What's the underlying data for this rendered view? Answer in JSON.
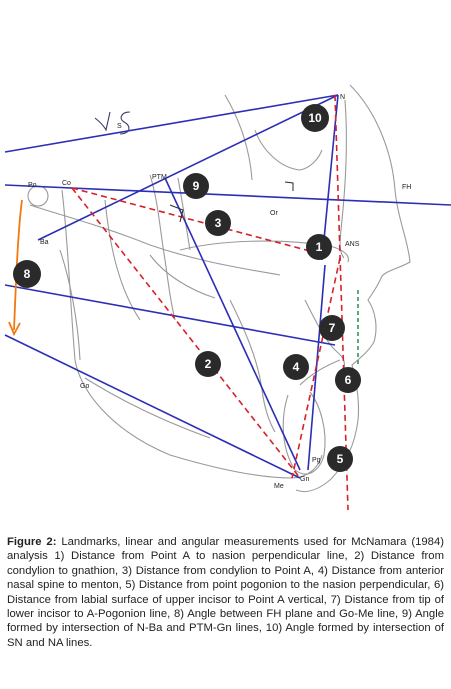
{
  "figure": {
    "handwritten_annotation": "75",
    "landmarks": {
      "N": "N",
      "FH": "FH",
      "Or": "Or",
      "PTM": "PTM",
      "Po": "Po",
      "Co": "Co",
      "Ba": "Ba",
      "ANS": "ANS",
      "Go": "Go",
      "Pg": "Pg",
      "Gn": "Gn",
      "Me": "Me",
      "S": "S"
    },
    "markers": [
      "1",
      "2",
      "3",
      "4",
      "5",
      "6",
      "7",
      "8",
      "9",
      "10"
    ],
    "colors": {
      "blue_lines": "#2b2fb5",
      "red_dashed": "#d8202a",
      "orange_arrow": "#f07a10",
      "green_dashed": "#2f9a5a",
      "marker_fill": "#2a2a2a",
      "outline": "#9a9a9a"
    }
  },
  "caption": {
    "label": "Figure 2:",
    "text": " Landmarks, linear and angular measurements used for McNamara (1984) analysis 1) Distance from Point A to nasion perpendicular line, 2) Distance from condylion to gnathion, 3) Distance from condylion to Point A, 4) Distance from anterior nasal spine to menton, 5) Distance from point pogonion to the nasion perpendicular, 6) Distance from labial surface of upper incisor to Point A vertical, 7) Distance from tip of lower incisor to A-Pogonion line, 8) Angle between FH plane and Go-Me line, 9) Angle formed by intersection of N-Ba and PTM-Gn lines, 10) Angle formed by intersection of SN and NA lines."
  }
}
